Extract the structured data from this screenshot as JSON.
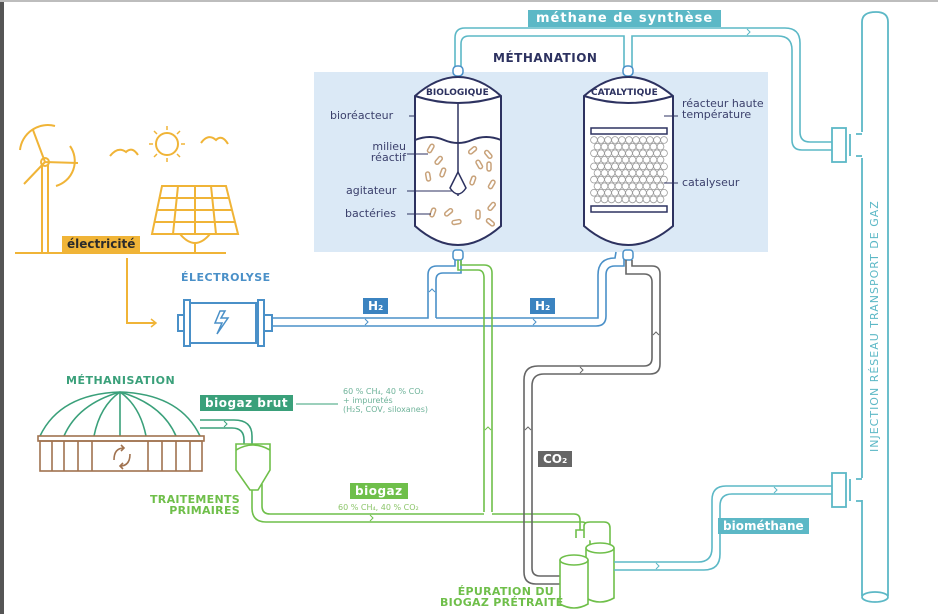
{
  "sources": {
    "electricity_label": "électricité"
  },
  "electrolysis": {
    "title": "ÉLECTROLYSE",
    "h2_label_1": "H₂",
    "h2_label_2": "H₂"
  },
  "methanation": {
    "title": "MÉTHANATION",
    "synthetic_methane_label": "méthane de synthèse",
    "biological": {
      "title": "BIOLOGIQUE",
      "callouts": [
        "bioréacteur",
        "milieu réactif",
        "agitateur",
        "bactéries"
      ]
    },
    "catalytic": {
      "title": "CATALYTIQUE",
      "callouts": [
        "réacteur haute température",
        "catalyseur"
      ]
    }
  },
  "methanisation": {
    "title": "MÉTHANISATION",
    "raw_biogas_label": "biogaz brut",
    "raw_biogas_composition": [
      "60 % CH₄, 40 % CO₂",
      "+ impuretés",
      "(H₂S, COV, siloxanes)"
    ],
    "primary_treatment_label": [
      "TRAITEMENTS",
      "PRIMAIRES"
    ],
    "biogas_label": "biogaz",
    "biogas_composition": "60 % CH₄, 40 % CO₂"
  },
  "purification": {
    "title": [
      "ÉPURATION DU",
      "BIOGAZ PRÉTRAITÉ"
    ],
    "co2_label": "CO₂",
    "biomethane_label": "biométhane"
  },
  "grid": {
    "injection_label": "INJECTION RÉSEAU TRANSPORT DE GAZ"
  },
  "colors": {
    "electricity": "#f0b437",
    "hydrogen": "#4a90c8",
    "methane": "#5cb8c6",
    "biogas_raw": "#3aa07a",
    "biogas": "#6fbf4a",
    "co2": "#666666",
    "reactor": "#2d3260",
    "panel_bg": "#dbe9f6",
    "bacteria": "#c8a27a",
    "digester_base": "#a0724f"
  }
}
